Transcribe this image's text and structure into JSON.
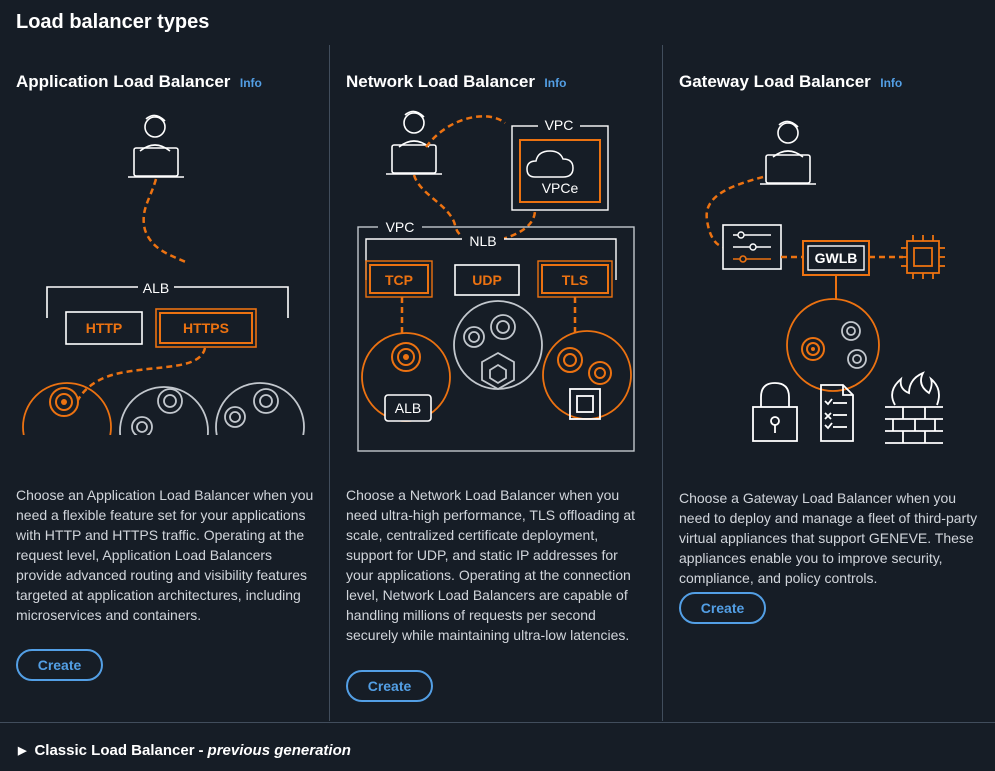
{
  "page": {
    "title": "Load balancer types"
  },
  "columns": [
    {
      "title": "Application Load Balancer",
      "info": "Info",
      "diagram": {
        "alb": "ALB",
        "http": "HTTP",
        "https": "HTTPS"
      },
      "description": "Choose an Application Load Balancer when you need a flexible feature set for your applications with HTTP and HTTPS traffic. Operating at the request level, Application Load Balancers provide advanced routing and visibility features targeted at application architectures, including microservices and containers.",
      "create": "Create"
    },
    {
      "title": "Network Load Balancer",
      "info": "Info",
      "diagram": {
        "vpc_top": "VPC",
        "vpce": "VPCe",
        "vpc": "VPC",
        "nlb": "NLB",
        "tcp": "TCP",
        "udp": "UDP",
        "tls": "TLS",
        "alb": "ALB"
      },
      "description": "Choose a Network Load Balancer when you need ultra-high performance, TLS offloading at scale, centralized certificate deployment, support for UDP, and static IP addresses for your applications. Operating at the connection level, Network Load Balancers are capable of handling millions of requests per second securely while maintaining ultra-low latencies.",
      "create": "Create"
    },
    {
      "title": "Gateway Load Balancer",
      "info": "Info",
      "diagram": {
        "gwlb": "GWLB"
      },
      "description": "Choose a Gateway Load Balancer when you need to deploy and manage a fleet of third-party virtual appliances that support GENEVE. These appliances enable you to improve security, compliance, and policy controls.",
      "create": "Create"
    }
  ],
  "classic": {
    "label": "Classic Load Balancer",
    "separator": "-",
    "suffix": "previous generation"
  },
  "colors": {
    "accent": "#ec7211",
    "link": "#539fe5",
    "background": "#161d26",
    "divider": "#414d5c"
  }
}
